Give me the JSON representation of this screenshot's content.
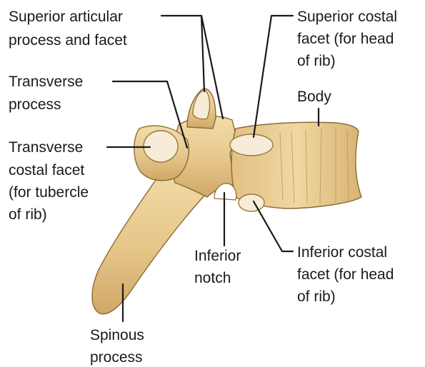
{
  "figure": {
    "colors": {
      "bone": "#e9cd96",
      "bone_shadow": "#c9a468",
      "facet": "#f6ecd8",
      "line": "#1a1a1a",
      "text": "#1a1a1a"
    },
    "labels": {
      "superior_articular": [
        "Superior articular",
        "process and facet"
      ],
      "superior_costal": [
        "Superior costal",
        "facet (for head",
        "of rib)"
      ],
      "transverse_process": [
        "Transverse",
        "process"
      ],
      "body": [
        "Body"
      ],
      "transverse_costal": [
        "Transverse",
        "costal facet",
        "(for tubercle",
        "of rib)"
      ],
      "inferior_notch": [
        "Inferior",
        "notch"
      ],
      "inferior_costal": [
        "Inferior costal",
        "facet (for head",
        "of rib)"
      ],
      "spinous_process": [
        "Spinous",
        "process"
      ]
    }
  }
}
